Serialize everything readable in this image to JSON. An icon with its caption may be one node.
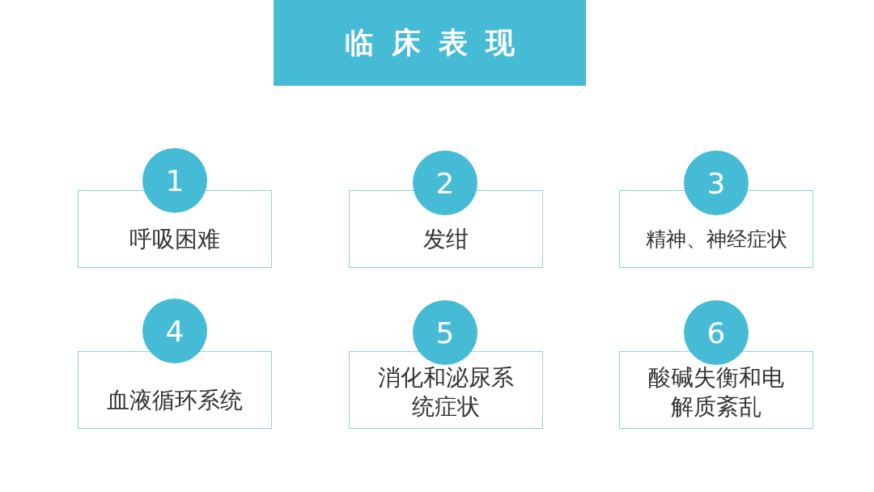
{
  "diagram": {
    "title": "临床表现",
    "nodes": [
      {
        "text": [
          "1"
        ]
      },
      {
        "text": [
          "呼吸困难"
        ]
      },
      {
        "text": [
          "2"
        ]
      },
      {
        "text": [
          "发绀"
        ]
      },
      {
        "text": [
          "3"
        ]
      },
      {
        "text": [
          "精神、神经症状"
        ]
      },
      {
        "text": [
          "4"
        ]
      },
      {
        "text": [
          "血液循环系统"
        ]
      },
      {
        "text": [
          "5"
        ]
      },
      {
        "text": [
          "消化和泌尿系统症状"
        ]
      },
      {
        "text": [
          "6"
        ]
      },
      {
        "text": [
          "酸碱失衡和电解质紊乱"
        ]
      }
    ]
  }
}
